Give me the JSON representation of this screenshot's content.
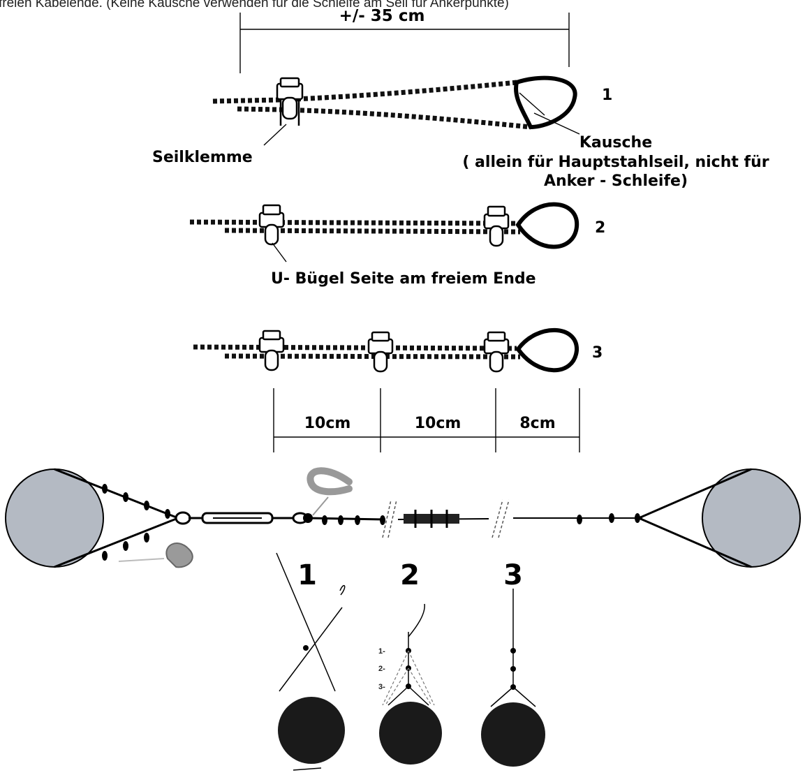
{
  "header": {
    "caption": "freien Kabelende. (Keine Kausche verwenden für die Schleife am Seil für Ankerpunkte)"
  },
  "steps": {
    "dim_total": "+/- 35 cm",
    "step1_number": "1",
    "step2_number": "2",
    "step3_number": "3",
    "clamp_label": "Seilklemme",
    "thimble_label_line1": "Kausche",
    "thimble_label_line2": "( allein für Hauptstahlseil, nicht für",
    "thimble_label_line3": "Anker - Schleife)",
    "ubolt_label": "U- Bügel Seite am freiem Ende",
    "spacing": [
      "10cm",
      "10cm",
      "8cm"
    ]
  },
  "anchors": {
    "method1_number": "1",
    "method2_number": "2",
    "method3_number": "3",
    "method2_marks": [
      "1-",
      "2-",
      "3-"
    ]
  },
  "colors": {
    "tree": "#b4bac3",
    "tree_dark": "#1a1a1a",
    "line": "#000000"
  }
}
